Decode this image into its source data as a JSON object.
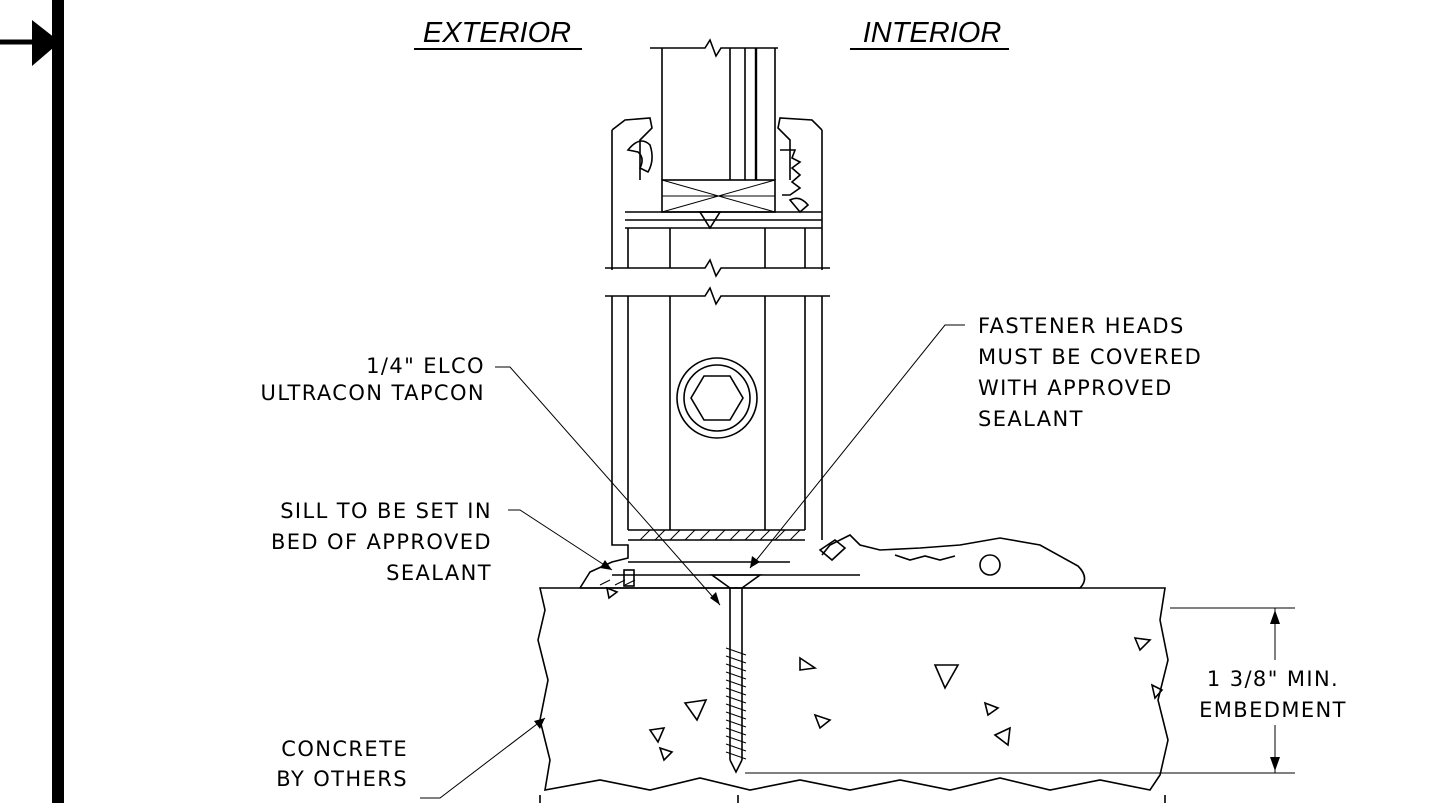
{
  "headers": {
    "exterior": "EXTERIOR",
    "interior": "INTERIOR"
  },
  "notes": {
    "anchor": [
      "1/4\" ELCO",
      "ULTRACON TAPCON"
    ],
    "fastener": [
      "FASTENER HEADS",
      "MUST BE COVERED",
      "WITH APPROVED",
      "SEALANT"
    ],
    "sill": [
      "SILL TO BE SET IN",
      "BED OF APPROVED",
      "SEALANT"
    ],
    "embedment": [
      "1 3/8\" MIN.",
      "EMBEDMENT"
    ],
    "concrete": [
      "CONCRETE",
      "BY OTHERS"
    ]
  }
}
